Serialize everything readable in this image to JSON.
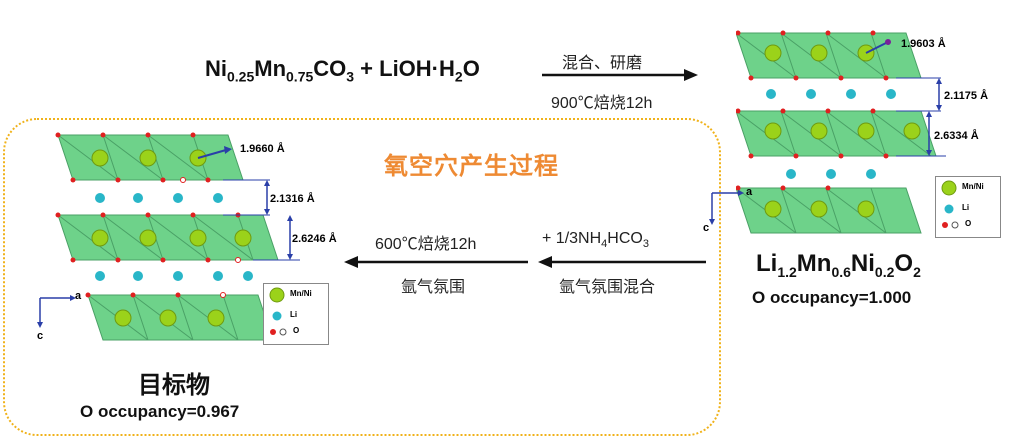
{
  "reaction": {
    "reactants": {
      "ni": "Ni",
      "ni_sub": "0.25",
      "mn": "Mn",
      "mn_sub": "0.75",
      "co3": "CO",
      "co3_sub": "3",
      "plus": " + LiOH·H",
      "h_sub": "2",
      "o": "O"
    },
    "top_condition_1": "混合、研磨",
    "top_condition_2": "900℃焙烧12h"
  },
  "process_box": {
    "title": "氧空穴产生过程",
    "step_right_1_pre": "+ 1/3NH",
    "step_right_1_sub": "4",
    "step_right_1_mid": "HCO",
    "step_right_1_sub2": "3",
    "step_right_2": "氩气氛围混合",
    "step_left_1": "600℃焙烧12h",
    "step_left_2": "氩气氛围"
  },
  "structure_right": {
    "dist_top": "1.9603 Å",
    "dist_gap": "2.1175 Å",
    "dist_layer": "2.6334 Å",
    "axis_a": "a",
    "axis_c": "c",
    "legend": [
      "Mn/Ni",
      "Li",
      "O"
    ],
    "formula": {
      "li": "Li",
      "li_sub": "1.2",
      "mn": "Mn",
      "mn_sub": "0.6",
      "ni": "Ni",
      "ni_sub": "0.2",
      "o": "O",
      "o_sub": "2"
    },
    "occupancy": "O occupancy=1.000"
  },
  "structure_left": {
    "dist_top": "1.9660 Å",
    "dist_gap": "2.1316 Å",
    "dist_layer": "2.6246 Å",
    "axis_a": "a",
    "axis_c": "c",
    "legend": [
      "Mn/Ni",
      "Li",
      "O"
    ],
    "caption": "目标物",
    "occupancy": "O occupancy=0.967"
  },
  "colors": {
    "octahedron": "#6ed28a",
    "mn_ni": "#9bd21a",
    "li": "#29b6c8",
    "o": "#e02020",
    "arrow": "#111111",
    "dim_line": "#2a3fa8",
    "dash_border": "#f0b21a",
    "title": "#ee8a33"
  }
}
